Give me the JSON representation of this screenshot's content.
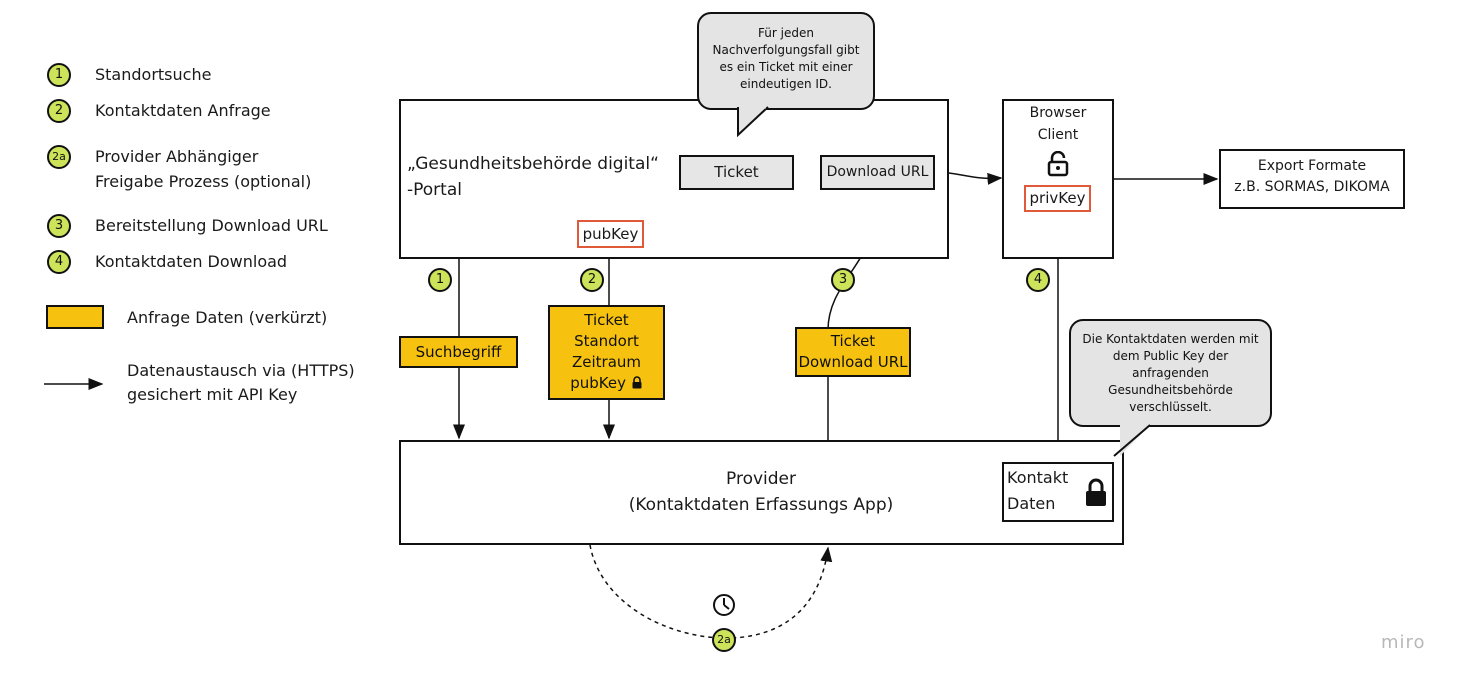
{
  "legend": {
    "items": [
      {
        "badge": "1",
        "label": "Standortsuche"
      },
      {
        "badge": "2",
        "label": "Kontaktdaten Anfrage"
      },
      {
        "badge": "2a",
        "label": "Provider Abhängiger",
        "label2": "Freigabe Prozess (optional)"
      },
      {
        "badge": "3",
        "label": "Bereitstellung Download URL"
      },
      {
        "badge": "4",
        "label": "Kontaktdaten Download"
      }
    ],
    "yellow_label": "Anfrage Daten (verkürzt)",
    "arrow_label_1": "Datenaustausch via (HTTPS)",
    "arrow_label_2": "gesichert mit API Key"
  },
  "portal": {
    "title_1": "„Gesundheitsbehörde digital“",
    "title_2": "-Portal",
    "ticket": "Ticket",
    "download_url": "Download URL",
    "pubkey": "pubKey"
  },
  "bubble_ticket": [
    "Für jeden",
    "Nachverfolgungsfall gibt",
    "es ein Ticket mit einer",
    "eindeutigen ID."
  ],
  "browser": {
    "title_1": "Browser",
    "title_2": "Client",
    "privkey": "privKey"
  },
  "export": {
    "title": "Export Formate",
    "formats": "z.B. SORMAS, DIKOMA"
  },
  "steps": {
    "s1": "1",
    "s2": "2",
    "s2a": "2a",
    "s3": "3",
    "s4": "4"
  },
  "payloads": {
    "suchbegriff": "Suchbegriff",
    "req_1": "Ticket",
    "req_2": "Standort",
    "req_3": "Zeitraum",
    "req_4": "pubKey",
    "resp_1": "Ticket",
    "resp_2": "Download URL"
  },
  "bubble_provider": [
    "Die Kontaktdaten werden mit",
    "dem Public Key der",
    "anfragenden",
    "Gesundheitsbehörde",
    "verschlüsselt."
  ],
  "provider": {
    "title_1": "Provider",
    "title_2": "(Kontaktdaten Erfassungs App)",
    "kontakt_1": "Kontakt",
    "kontakt_2": "Daten"
  },
  "watermark": "miro"
}
